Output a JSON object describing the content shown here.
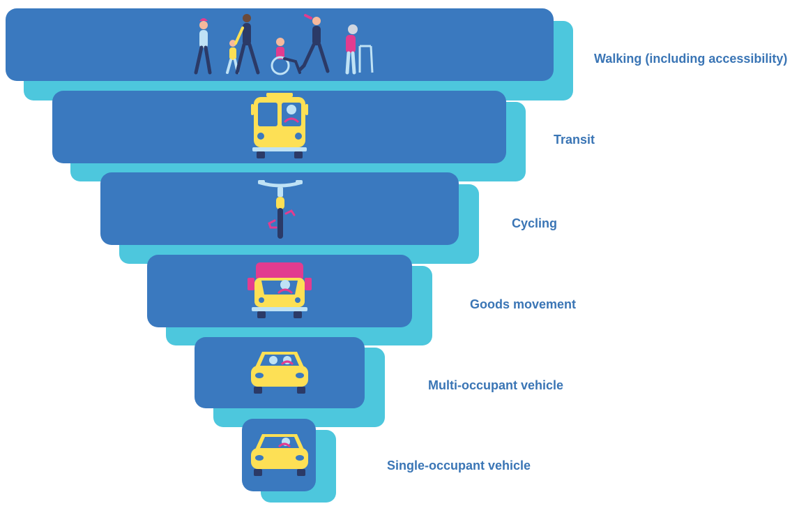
{
  "diagram": {
    "type": "inverted-pyramid-hierarchy",
    "colors": {
      "block": "#3a79bf",
      "shadow": "#4dc7dd",
      "label": "#3a75b5",
      "vehicle": "#fde055",
      "accent": "#e23c8f",
      "person": "#2b3a67"
    },
    "tiers": [
      {
        "label": "Walking (including accessibility)",
        "icon": "pedestrians-icon"
      },
      {
        "label": "Transit",
        "icon": "bus-icon"
      },
      {
        "label": "Cycling",
        "icon": "bicycle-icon"
      },
      {
        "label": "Goods movement",
        "icon": "truck-icon"
      },
      {
        "label": "Multi-occupant vehicle",
        "icon": "car-multi-icon"
      },
      {
        "label": "Single-occupant vehicle",
        "icon": "car-single-icon"
      }
    ]
  }
}
